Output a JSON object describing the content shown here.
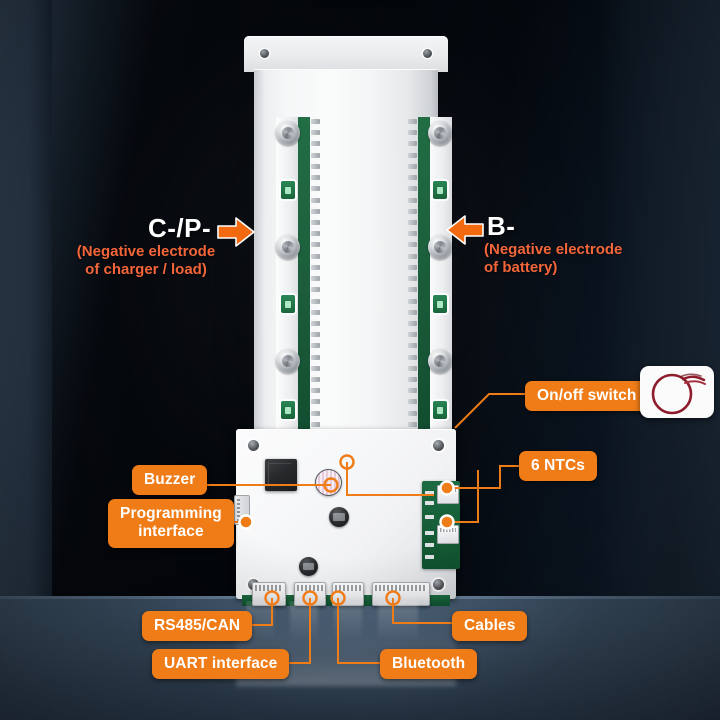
{
  "scene": {
    "subject": "battery management system board",
    "background_dark": "#05080d",
    "background_band": "#2c3c4c",
    "table_surface": "#3a4e62",
    "accent_orange": "#f07c18",
    "label_orange": "#f4663a",
    "pcb_green": "#156038"
  },
  "terminals": [
    {
      "id": "c-p-terminal",
      "code": "C-/P-",
      "description": "(Negative electrode\nof charger / load)",
      "arrow": "arrow-right",
      "side": "left"
    },
    {
      "id": "b-terminal",
      "code": "B-",
      "description": "(Negative electrode\nof battery)",
      "arrow": "arrow-left",
      "side": "right"
    }
  ],
  "callouts": [
    {
      "id": "on-off-switch",
      "label": "On/off switch"
    },
    {
      "id": "six-ntcs",
      "label": "6 NTCs"
    },
    {
      "id": "buzzer",
      "label": "Buzzer"
    },
    {
      "id": "programming-interface",
      "label": "Programming\ninterface"
    },
    {
      "id": "rs485-can",
      "label": "RS485/CAN"
    },
    {
      "id": "uart-interface",
      "label": "UART interface"
    },
    {
      "id": "bluetooth",
      "label": "Bluetooth"
    },
    {
      "id": "cables",
      "label": "Cables"
    }
  ],
  "thumbnail": {
    "id": "on-off-switch-thumbnail",
    "content": "red wire loop switch",
    "wire_color": "#8e1d2c"
  }
}
